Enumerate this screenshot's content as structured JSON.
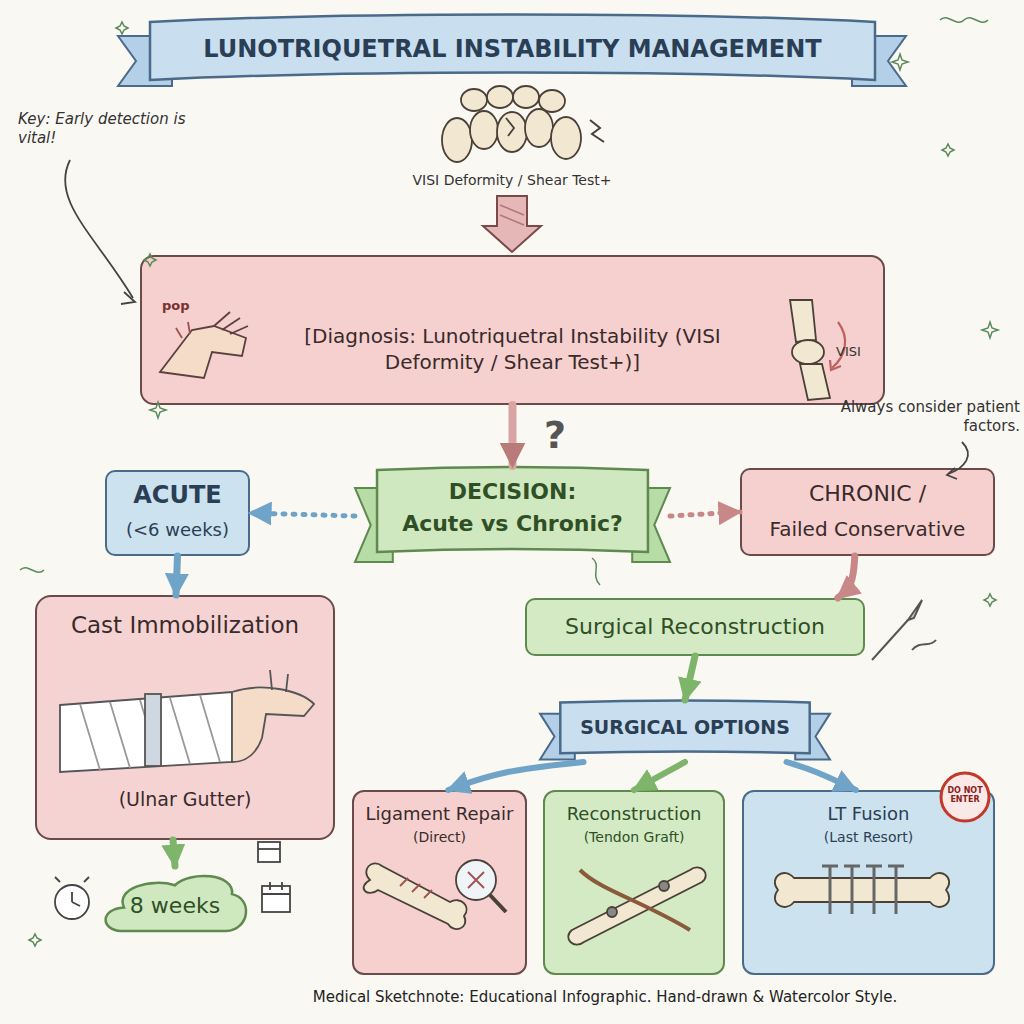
{
  "diagram": {
    "title": "LUNOTRIQUETRAL INSTABILITY MANAGEMENT",
    "caption": "Medical Sketchnote: Educational Infographic. Hand-drawn & Watercolor Style.",
    "nodes": [
      {
        "text": [
          "[Diagnosis: Lunotriquetral Instability (VISI Deformity / Shear Test+)]"
        ]
      },
      {
        "text": [
          "DECISION:",
          "Acute vs Chronic?"
        ]
      },
      {
        "text": [
          "ACUTE",
          "(<6 weeks)"
        ]
      },
      {
        "text": [
          "CHRONIC /",
          "Failed Conservative"
        ]
      },
      {
        "text": [
          "Cast Immobilization",
          "(Ulnar Gutter)"
        ]
      },
      {
        "text": [
          "Surgical Reconstruction"
        ]
      },
      {
        "text": [
          "SURGICAL OPTIONS"
        ]
      },
      {
        "text": [
          "Ligament Repair",
          "(Direct)"
        ]
      },
      {
        "text": [
          "Reconstruction",
          "(Tendon Graft)"
        ]
      },
      {
        "text": [
          "LT Fusion",
          "(Last Resort)"
        ]
      },
      {
        "text": [
          "8 weeks"
        ]
      }
    ],
    "edges": [
      {
        "from": 0,
        "to": 1,
        "arrow": "to"
      },
      {
        "from": 1,
        "to": 2,
        "arrow": "to"
      },
      {
        "from": 1,
        "to": 3,
        "arrow": "to"
      },
      {
        "from": 2,
        "to": 4,
        "arrow": "to"
      },
      {
        "from": 3,
        "to": 5,
        "arrow": "to"
      },
      {
        "from": 4,
        "to": 10,
        "arrow": "to"
      },
      {
        "from": 5,
        "to": 6,
        "arrow": "to"
      },
      {
        "from": 6,
        "to": 7,
        "arrow": "to"
      },
      {
        "from": 6,
        "to": 8,
        "arrow": "to"
      },
      {
        "from": 6,
        "to": 9,
        "arrow": "to"
      }
    ],
    "labels": [
      "VISI Deformity / Shear Test+",
      "Key: Early detection is vital!",
      "pop",
      "VISI",
      "?",
      "Always consider patient factors.",
      "DO NOT ENTER"
    ]
  }
}
